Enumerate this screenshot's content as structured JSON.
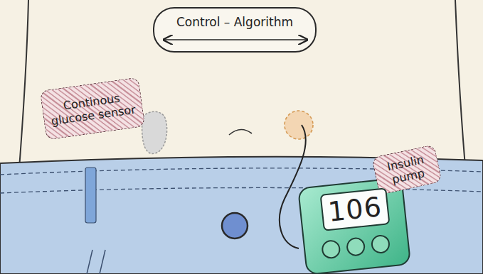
{
  "diagram": {
    "nodes": [
      {
        "text": [
          "Control – Algorithm"
        ]
      },
      {
        "text": [
          "Continous glucose sensor"
        ]
      },
      {
        "text": [
          "Insulin pump"
        ]
      },
      {
        "text": [
          "106"
        ]
      }
    ]
  }
}
